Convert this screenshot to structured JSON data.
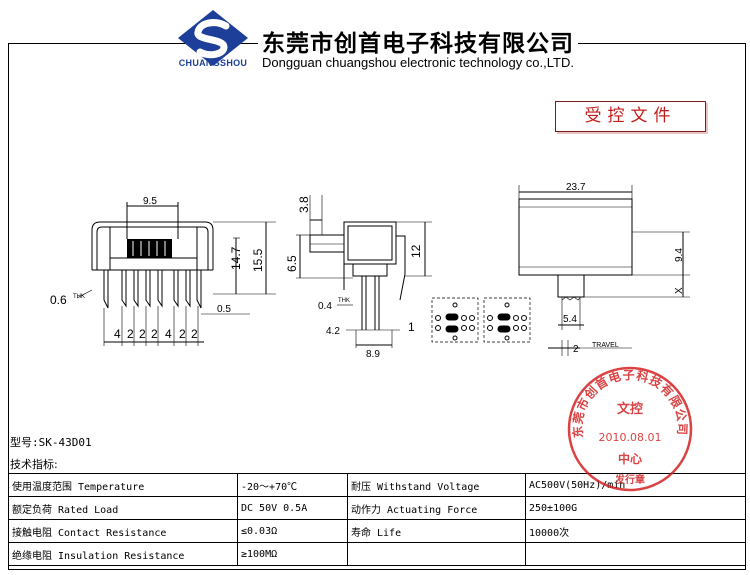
{
  "header": {
    "brand_name": "CHUANGSHOU",
    "company_cn": "东莞市创首电子科技有限公司",
    "company_en": "Dongguan chuangshou electronic technology co.,LTD.",
    "controlled_doc": "受控文件"
  },
  "dimensions": {
    "top_width": "9.5",
    "height_a": "14.7",
    "height_b": "15.5",
    "thickness": "0.6",
    "thk": "THK",
    "offset": "0.5",
    "pitch_4a": "4",
    "pitch_2a": "2",
    "pitch_2b": "2",
    "pitch_2c": "2",
    "pitch_4b": "4",
    "pitch_2d": "2",
    "pitch_2e": "2",
    "knob_len": "3.8",
    "knob_h": "6.5",
    "side_h": "12",
    "pin_thk": "0.4",
    "pin_offset": "4.2",
    "side_one": "1",
    "side_width": "8.9",
    "body_len": "23.7",
    "body_h": "9.4",
    "x_label": "X",
    "knob_w": "5.4",
    "travel": "2",
    "travel_label": "TRAVEL"
  },
  "specs": {
    "model": "型号:SK-43D01",
    "title": "技术指标:",
    "rows": [
      {
        "label1": "使用温度范围 Temperature",
        "value1": "-20～+70℃",
        "label2": "耐压 Withstand Voltage",
        "value2": "AC500V(50Hz)/min"
      },
      {
        "label1": "额定负荷 Rated Load",
        "value1": "DC 50V 0.5A",
        "label2": "动作力 Actuating Force",
        "value2": "250±100G"
      },
      {
        "label1": "接触电阻 Contact Resistance",
        "value1": "≤0.03Ω",
        "label2": "寿命 Life",
        "value2": "10000次"
      },
      {
        "label1": "绝缘电阻 Insulation Resistance",
        "value1": "≥100MΩ",
        "label2": "",
        "value2": ""
      }
    ]
  },
  "stamp": {
    "ring_text": "东莞市创首电子科技有限公司",
    "top": "文控",
    "date": "2010.08.01",
    "center": "中心",
    "bottom": "发行章",
    "color": "#d21a1a"
  }
}
